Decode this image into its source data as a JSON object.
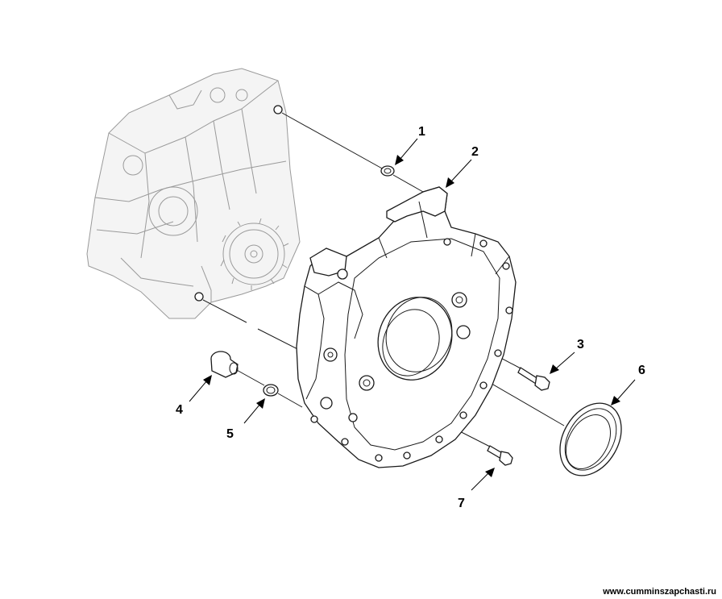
{
  "callouts": {
    "c1": "1",
    "c2": "2",
    "c3": "3",
    "c4": "4",
    "c5": "5",
    "c6": "6",
    "c7": "7"
  },
  "watermark": "www.cumminszapchasti.ru",
  "colors": {
    "line": "#1a1a1a",
    "ghost": "#9a9a9a",
    "background": "#ffffff"
  }
}
